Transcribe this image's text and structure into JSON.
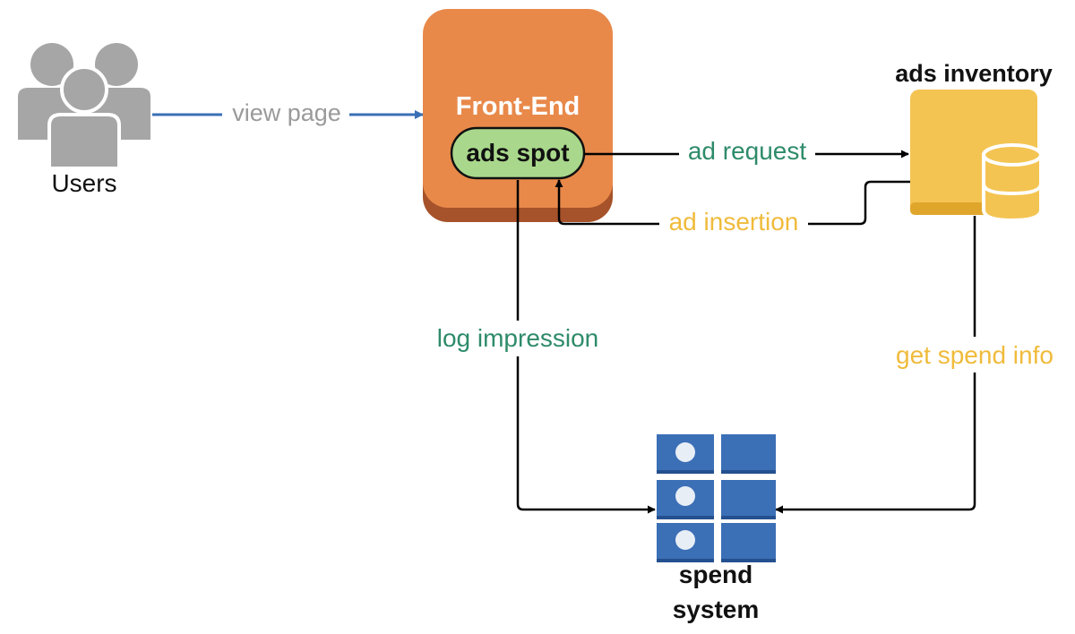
{
  "nodes": {
    "users": {
      "label": "Users",
      "icon": "users-icon",
      "color": "#a6a6a6"
    },
    "frontend": {
      "label": "Front-End",
      "color": "#e8894a",
      "shadow": "#a6522a"
    },
    "ads_spot": {
      "label": "ads spot",
      "color": "#a9d88c"
    },
    "ads_inventory": {
      "label": "ads inventory",
      "icon": "database-icon",
      "color": "#f4c452",
      "shade": "#e0a62c"
    },
    "spend_system": {
      "label_line1": "spend",
      "label_line2": "system",
      "icon": "server-rack-icon",
      "color": "#3b6fb6"
    }
  },
  "edges": {
    "view_page": {
      "label": "view page",
      "color": "#9a9a9a",
      "line": "#3a6fb5"
    },
    "ad_request": {
      "label": "ad request",
      "color": "#2e8b6a"
    },
    "ad_insertion": {
      "label": "ad insertion",
      "color": "#f0bb3b"
    },
    "log_impression": {
      "label": "log impression",
      "color": "#2e8b6a"
    },
    "get_spend_info": {
      "label": "get spend info",
      "color": "#f0bb3b"
    }
  }
}
